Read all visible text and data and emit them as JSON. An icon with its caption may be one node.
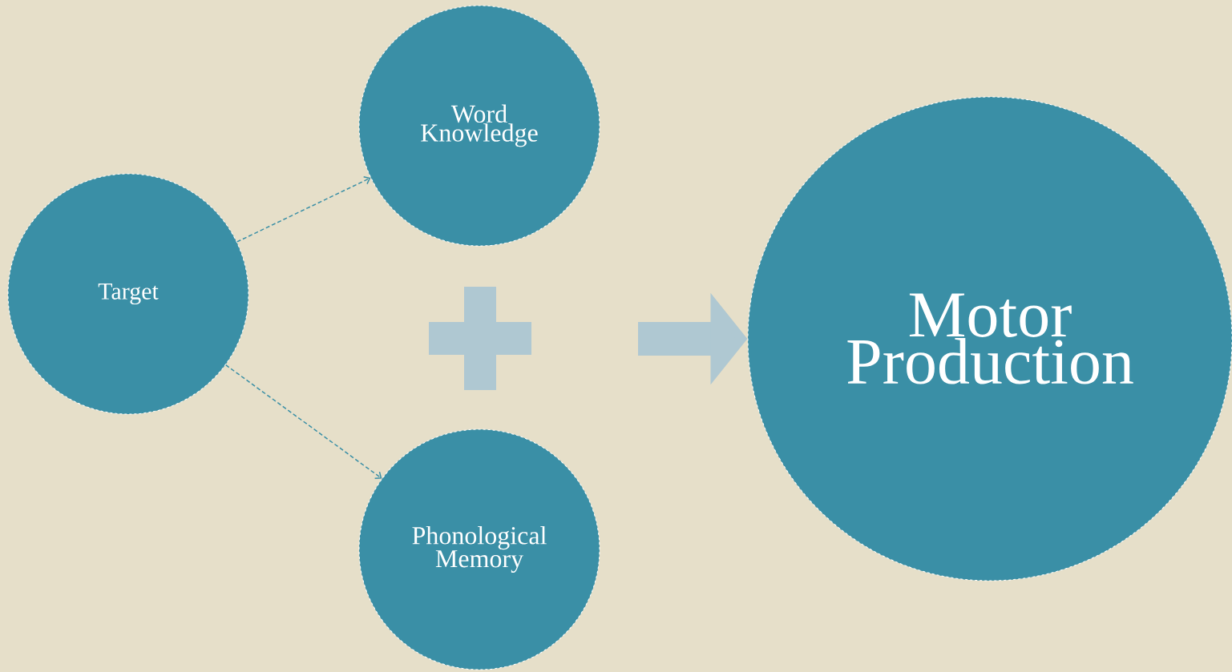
{
  "diagram": {
    "nodes": [
      {
        "text": [
          "Target"
        ]
      },
      {
        "text": [
          "Word Knowledge"
        ]
      },
      {
        "text": [
          "Phonological Memory"
        ]
      },
      {
        "text": [
          "Motor Production"
        ]
      },
      {
        "text": [],
        "shape": "plus"
      }
    ],
    "edges": [
      {
        "from": 0,
        "to": 1,
        "arrow": "to",
        "style": "dashed"
      },
      {
        "from": 0,
        "to": 2,
        "arrow": "to",
        "style": "dashed"
      },
      {
        "from": null,
        "to": 3,
        "arrow": "to",
        "style": "thick",
        "color": "#afc8d2"
      }
    ]
  }
}
